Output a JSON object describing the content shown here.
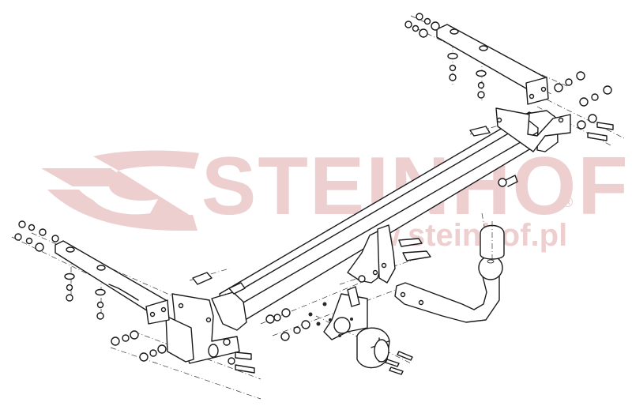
{
  "watermark": {
    "brand": "STEINHOF",
    "registered_mark": "®",
    "url": "www.steinhof.pl",
    "color": "#eecfd0"
  },
  "diagram": {
    "type": "exploded-view technical drawing",
    "subject": "tow bar / towing hitch assembly",
    "components": [
      "main crossbar beam",
      "left mounting bracket",
      "right mounting bracket",
      "left side plate",
      "right side plate",
      "detachable tow ball neck",
      "tow ball",
      "tow ball cap",
      "electrical socket mounting plate",
      "13-pin electrical socket",
      "bolts",
      "nuts",
      "washers",
      "spring washers"
    ],
    "line_color": "#1a1a1a",
    "background_color": "#ffffff"
  }
}
